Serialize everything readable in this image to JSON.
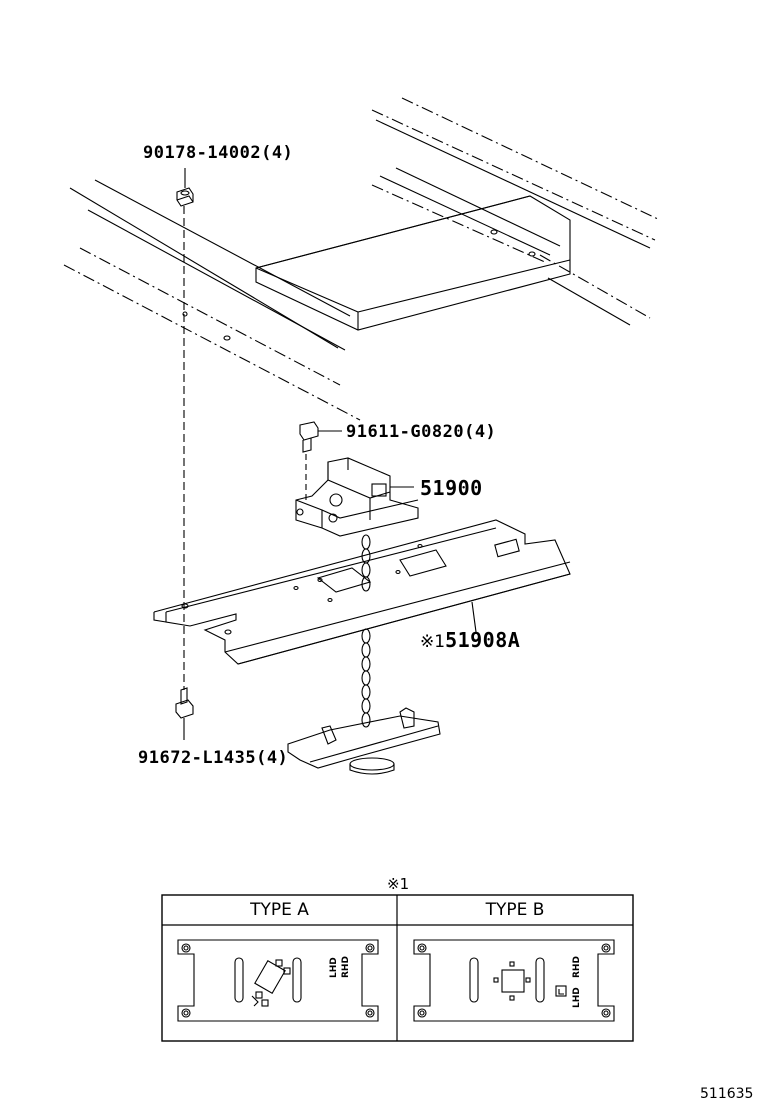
{
  "parts": {
    "nut_bolt_top": "90178-14002(4)",
    "bolt_mid": "91611-G0820(4)",
    "carrier": "51900",
    "bracket": "51908A",
    "bracket_marker": "※1",
    "bolt_bottom": "91672-L1435(4)"
  },
  "legend": {
    "marker": "※1",
    "type_a": "TYPE A",
    "type_b": "TYPE B",
    "lhd": "LHD",
    "rhd": "RHD"
  },
  "figure_id": "511635"
}
